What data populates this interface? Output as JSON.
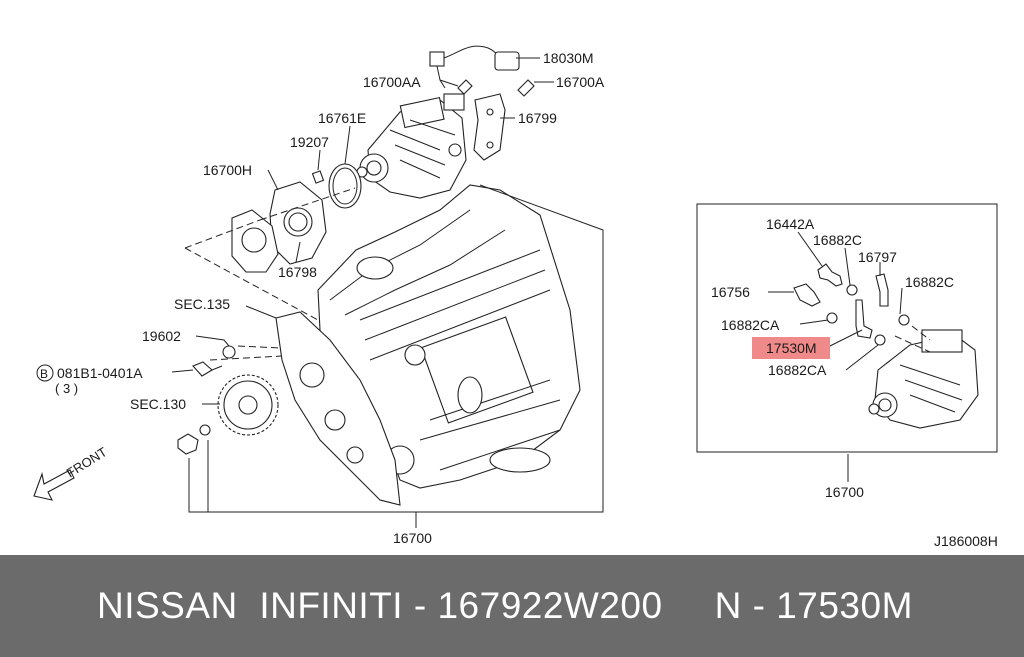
{
  "labels": {
    "p18030M": "18030M",
    "p16700AA": "16700AA",
    "p16700A": "16700A",
    "p16799": "16799",
    "p16761E": "16761E",
    "p19207": "19207",
    "p16700H": "16700H",
    "p16798": "16798",
    "sec135": "SEC.135",
    "p19602": "19602",
    "bolt": "081B1-0401A",
    "bolt_qty": "( 3 )",
    "bolt_prefix": "B",
    "sec130": "SEC.130",
    "front": "FRONT",
    "p16700_main": "16700",
    "p16442A": "16442A",
    "p16882C_1": "16882C",
    "p16797": "16797",
    "p16882C_2": "16882C",
    "p16756": "16756",
    "p16882CA_1": "16882CA",
    "p17530M": "17530M",
    "p16882CA_2": "16882CA",
    "p16700_inset": "16700",
    "diagram_code": "J186008H"
  },
  "colors": {
    "highlight": "#f08a8a",
    "footer_bg": "#6b6b6b",
    "footer_text": "#ffffff"
  },
  "footer": {
    "text": "NISSAN  INFINITI - 167922W200",
    "ref": "N - 17530M"
  }
}
